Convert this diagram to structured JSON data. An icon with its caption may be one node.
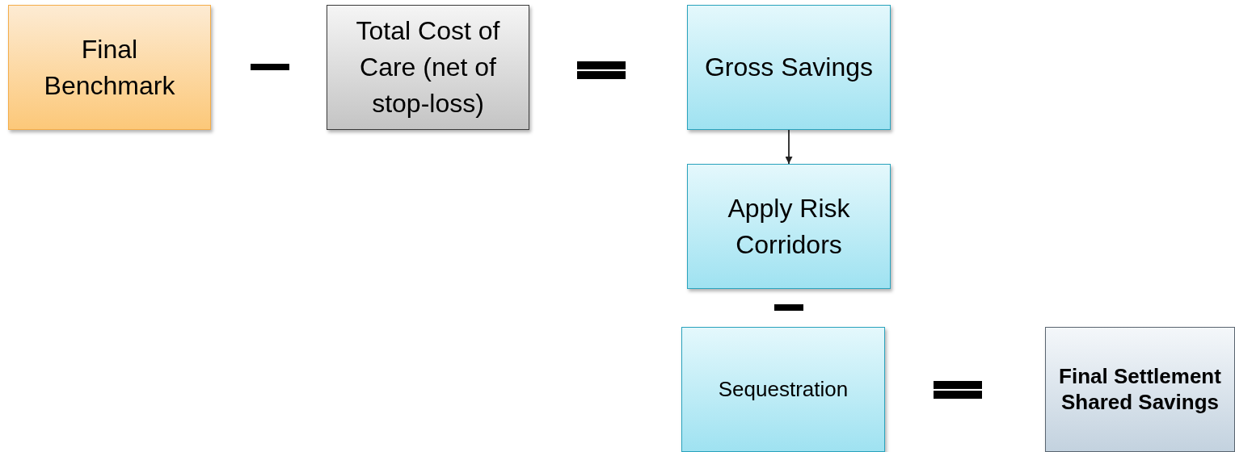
{
  "diagram": {
    "nodes": [
      {
        "text": [
          "Final Benchmark"
        ]
      },
      {
        "text": [],
        "shape": "minus"
      },
      {
        "text": [
          "Total Cost of Care (net of stop-loss)"
        ]
      },
      {
        "text": [],
        "shape": "equals"
      },
      {
        "text": [
          "Gross Savings"
        ]
      },
      {
        "text": [
          "Apply Risk Corridors"
        ]
      },
      {
        "text": [],
        "shape": "minus"
      },
      {
        "text": [
          "Sequestration"
        ]
      },
      {
        "text": [],
        "shape": "equals"
      },
      {
        "text": [
          "Final Settlement Shared Savings"
        ]
      }
    ],
    "edges": [
      {
        "from": 4,
        "to": 5,
        "arrow": "to"
      }
    ]
  }
}
